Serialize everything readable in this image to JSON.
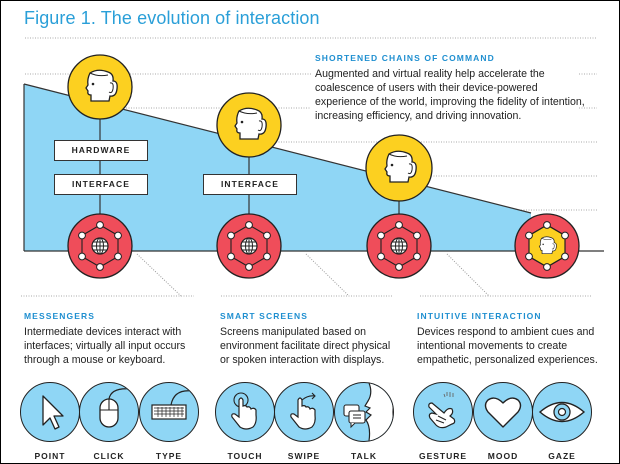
{
  "figure": {
    "title": "Figure 1. The evolution of interaction"
  },
  "header_section": {
    "heading": "SHORTENED CHAINS OF COMMAND",
    "body": "Augmented and virtual reality help accelerate the coalescence of users with their device-powered experience of the world, improving the fidelity of intention, increasing efficiency, and driving innovation."
  },
  "stages": [
    {
      "id": "messengers",
      "boxes": [
        "HARDWARE",
        "INTERFACE"
      ],
      "user_icon": "head-profile-icon",
      "device_icon": "globe-network-icon"
    },
    {
      "id": "smart-screens",
      "boxes": [
        "INTERFACE"
      ],
      "user_icon": "head-profile-icon",
      "device_icon": "globe-network-icon"
    },
    {
      "id": "intuitive-interaction",
      "boxes": [],
      "user_icon": "head-profile-icon",
      "device_icon": "globe-network-icon"
    },
    {
      "id": "merged",
      "boxes": [],
      "user_icon": null,
      "device_icon": "head-in-network-icon"
    }
  ],
  "sections": [
    {
      "heading": "MESSENGERS",
      "body": "Intermediate devices interact with interfaces; virtually all input occurs through a mouse or keyboard.",
      "modes": [
        {
          "label": "POINT",
          "icon": "cursor-arrow-icon"
        },
        {
          "label": "CLICK",
          "icon": "mouse-icon"
        },
        {
          "label": "TYPE",
          "icon": "keyboard-icon"
        }
      ]
    },
    {
      "heading": "SMART SCREENS",
      "body": "Screens manipulated based on environment facilitate direct physical or spoken interaction with displays.",
      "modes": [
        {
          "label": "TOUCH",
          "icon": "touch-hand-icon"
        },
        {
          "label": "SWIPE",
          "icon": "swipe-hand-icon"
        },
        {
          "label": "TALK",
          "icon": "speech-bubbles-icon"
        }
      ]
    },
    {
      "heading": "INTUITIVE INTERACTION",
      "body": "Devices respond to ambient cues and intentional movements to create empathetic, personalized experiences.",
      "modes": [
        {
          "label": "GESTURE",
          "icon": "snap-gesture-icon"
        },
        {
          "label": "MOOD",
          "icon": "heart-icon"
        },
        {
          "label": "GAZE",
          "icon": "eye-icon"
        }
      ]
    }
  ],
  "colors": {
    "title_blue": "#2a9fd8",
    "heading_blue": "#1f8fd0",
    "wedge_blue": "#8fd6f5",
    "user_yellow": "#fcd020",
    "device_red": "#ef4d5a"
  }
}
